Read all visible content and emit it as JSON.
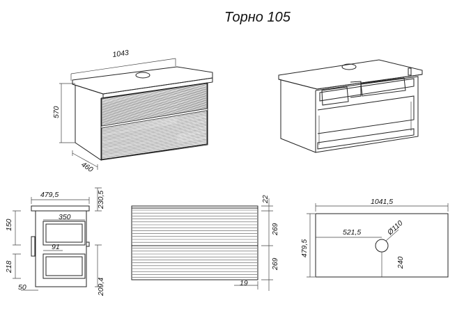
{
  "title": "Торно 105",
  "iso_front": {
    "width": "1043",
    "height": "570",
    "depth": "460"
  },
  "side_view": {
    "depth": "479,5",
    "top_h": "230,5",
    "shelf_w": "350",
    "upper_h": "150",
    "inner_w": "91",
    "lower_h": "218",
    "bottom_w": "50",
    "bottom_h": "209,4"
  },
  "front_view": {
    "top_gap": "22",
    "drawer1": "269",
    "drawer2": "269",
    "bottom_gap": "19"
  },
  "top_view": {
    "width": "1041,5",
    "depth": "479,5",
    "hole_x": "521,5",
    "hole_y": "240",
    "hole_d": "Ø110"
  }
}
